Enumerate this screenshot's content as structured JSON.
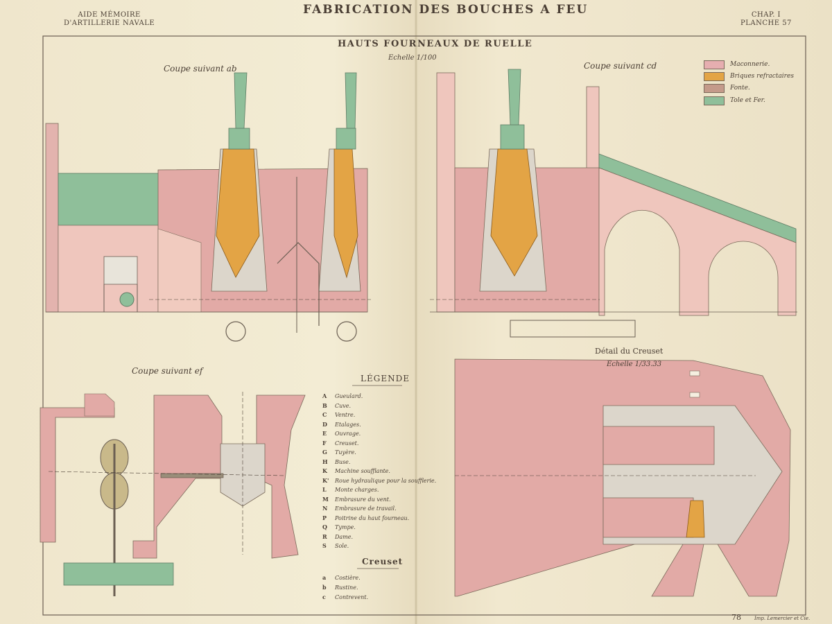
{
  "header": {
    "left_line1": "AIDE MÉMOIRE",
    "left_line2": "D'ARTILLERIE NAVALE",
    "title": "FABRICATION DES BOUCHES A FEU",
    "right_line1": "CHAP. I",
    "right_line2": "PLANCHE 57"
  },
  "subtitle": "HAUTS FOURNEAUX DE RUELLE",
  "scale_main": "Echelle 1/100",
  "views": {
    "section_ab": "Coupe suivant ab",
    "section_cd": "Coupe suivant cd",
    "section_ef": "Coupe suivant ef",
    "crucible_detail": "Détail du Creuset",
    "crucible_scale": "Echelle 1/33.33"
  },
  "materials_legend": [
    {
      "label": "Maconnerie.",
      "color": "#e6aeb0"
    },
    {
      "label": "Briques refractaires",
      "color": "#e3a445"
    },
    {
      "label": "Fonte.",
      "color": "#c49a8a"
    },
    {
      "label": "Tole et Fer.",
      "color": "#8fbf9a"
    }
  ],
  "legend_title": "LÉGENDE",
  "legend": [
    {
      "key": "A",
      "text": "Gueulard."
    },
    {
      "key": "B",
      "text": "Cuve."
    },
    {
      "key": "C",
      "text": "Ventre."
    },
    {
      "key": "D",
      "text": "Etalages."
    },
    {
      "key": "E",
      "text": "Ouvrage."
    },
    {
      "key": "F",
      "text": "Creuset."
    },
    {
      "key": "G",
      "text": "Tuyère."
    },
    {
      "key": "H",
      "text": "Buse."
    },
    {
      "key": "K",
      "text": "Machine soufflante."
    },
    {
      "key": "K'",
      "text": "Roue hydraulique pour la soufflerie."
    },
    {
      "key": "L",
      "text": "Monte charges."
    },
    {
      "key": "M",
      "text": "Embrasure du vent."
    },
    {
      "key": "N",
      "text": "Embrasure de travail."
    },
    {
      "key": "P",
      "text": "Poitrine du haut fourneau."
    },
    {
      "key": "Q",
      "text": "Tympe."
    },
    {
      "key": "R",
      "text": "Dame."
    },
    {
      "key": "S",
      "text": "Sole."
    }
  ],
  "creuset_title": "Creuset",
  "creuset_legend": [
    {
      "key": "a",
      "text": "Costière."
    },
    {
      "key": "b",
      "text": "Rustine."
    },
    {
      "key": "c",
      "text": "Contrevent."
    }
  ],
  "page_number": "78",
  "printer": "Imp. Lemercier et Cie."
}
